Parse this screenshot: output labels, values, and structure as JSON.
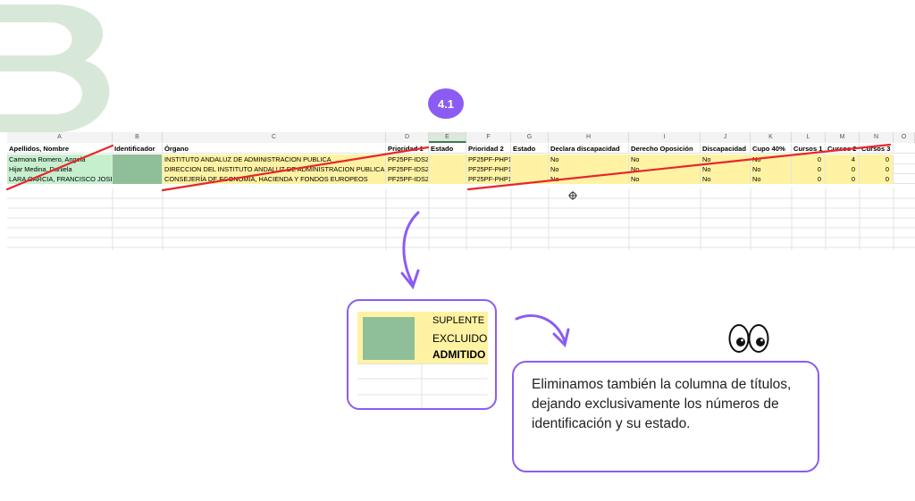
{
  "step_badge": "4.1",
  "sheet": {
    "column_letters": [
      "A",
      "B",
      "C",
      "D",
      "E",
      "F",
      "G",
      "H",
      "I",
      "J",
      "K",
      "L",
      "M",
      "N",
      "O"
    ],
    "headers": {
      "A": "Apellidos, Nombre",
      "B": "Identificador",
      "C": "Órgano",
      "D": "Prioridad 1",
      "E": "Estado",
      "F": "Prioridad 2",
      "G": "Estado",
      "H": "Declara discapacidad",
      "I": "Derecho Oposición",
      "J": "Discapacidad",
      "K": "Cupo 40%",
      "L": "Cursos 1",
      "M": "Cursos 2",
      "N": "Cursos 3"
    },
    "rows": [
      {
        "A": "Carmona Romero, Angela",
        "B": "",
        "C": "INSTITUTO ANDALUZ DE ADMINISTRACION PUBLICA",
        "D": "PF25PF-IDS2",
        "E": "",
        "F": "PF25PF-PHP1",
        "G": "",
        "H": "No",
        "I": "No",
        "J": "No",
        "K": "No",
        "L": "0",
        "M": "4",
        "N": "0"
      },
      {
        "A": "Hijar Medina, Daniela",
        "B": "",
        "C": "DIRECCION DEL INSTITUTO ANDALUZ DE ADMINISTRACION PUBLICA",
        "D": "PF25PF-IDS2",
        "E": "",
        "F": "PF25PF-PHP1",
        "G": "",
        "H": "No",
        "I": "No",
        "J": "No",
        "K": "No",
        "L": "0",
        "M": "0",
        "N": "0"
      },
      {
        "A": "LARA GARCIA, FRANCISCO JOSE",
        "B": "",
        "C": "CONSEJERÍA DE ECONOMÍA, HACIENDA Y FONDOS EUROPEOS",
        "D": "PF25PF-IDS2",
        "E": "",
        "F": "PF25PF-PHP1",
        "G": "",
        "H": "No",
        "I": "No",
        "J": "No",
        "K": "No",
        "L": "0",
        "M": "0",
        "N": "0"
      }
    ]
  },
  "zoom": {
    "labels": [
      "SUPLENTE",
      "EXCLUIDO",
      "ADMITIDO"
    ]
  },
  "callout": {
    "text": "Eliminamos también la columna de títulos, dejando exclusivamente los números de identificación y su estado."
  },
  "colors": {
    "accent": "#8c5cf2",
    "strike": "#e8262a",
    "highlight_yellow": "#fff3a3",
    "highlight_green": "#c6efce",
    "block_green": "#8fbf98",
    "logo_green": "#d8e8d8"
  }
}
